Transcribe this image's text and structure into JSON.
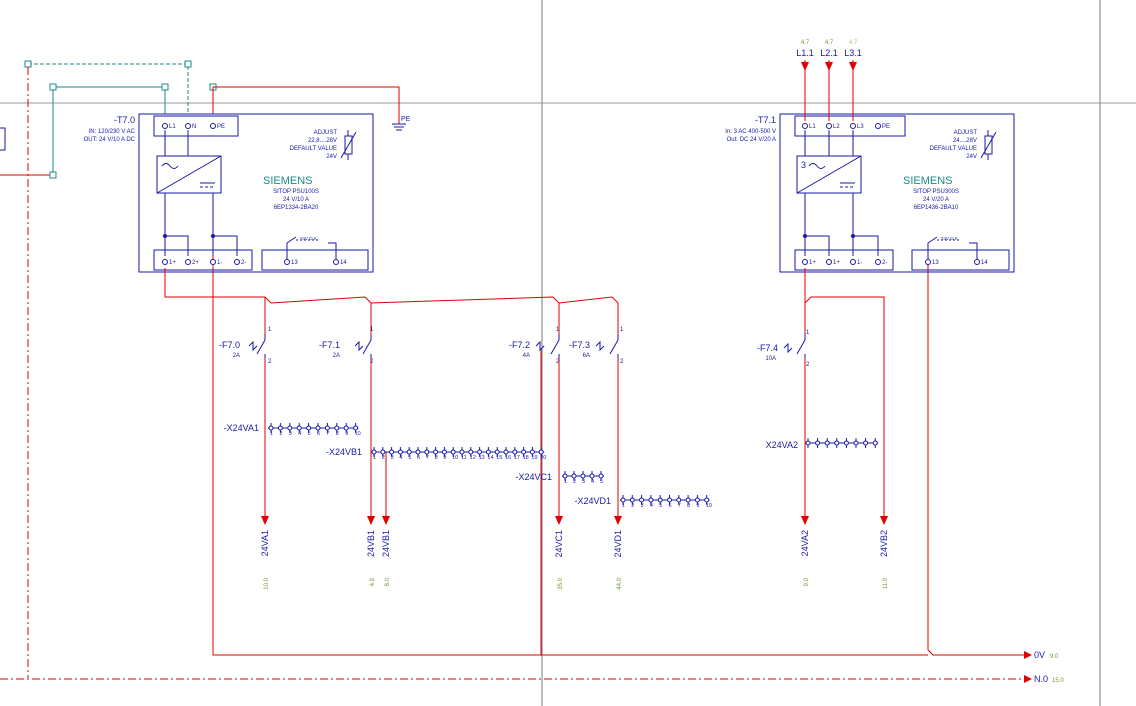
{
  "colors": {
    "wire_red": "#e00000",
    "device_blue": "#1a1aa6",
    "teal_link": "#1a8a8a",
    "ref_green": "#6a9a3a",
    "grid_grey": "#7a7a7a"
  },
  "psu1": {
    "tag": "-T7.0",
    "in_spec": "IN: 120/230 V AC",
    "out_spec": "OUT: 24 V/10 A DC",
    "top_terminals": [
      "L1",
      "N",
      "PE"
    ],
    "adjust_label": "ADJUST",
    "adjust_range": "22,8....28V",
    "default_label": "DEFAULT VALUE",
    "default_value": "24V",
    "brand": "SIEMENS",
    "model": "SITOP PSU100S",
    "rating": "24 V/10 A",
    "part": "6EP1334-2BA20",
    "bottom_terminals": [
      "1+",
      "2+",
      "1-",
      "2-"
    ],
    "relay_label": "24V O.K.",
    "relay_terminals": [
      "13",
      "14"
    ],
    "conv_phase": ""
  },
  "psu2": {
    "tag": "-T7.1",
    "in_spec": "In: 3 AC 400-500 V",
    "out_spec": "Out: DC 24 V/20 A",
    "top_terminals": [
      "L1",
      "L2",
      "L3",
      "PE"
    ],
    "adjust_label": "ADJUST",
    "adjust_range": "24....28V",
    "default_label": "DEFAULT VALUE",
    "default_value": "24V",
    "brand": "SIEMENS",
    "model": "SITOP PSU300S",
    "rating": "24 V/20 A",
    "part": "6EP1436-2BA10",
    "bottom_terminals": [
      "1+",
      "1+",
      "1-",
      "2-"
    ],
    "relay_label": "24V O.K.",
    "relay_terminals": [
      "13",
      "14"
    ],
    "conv_phase": "3"
  },
  "pe_label": "PE",
  "phase_inputs": [
    {
      "ref": "4.7",
      "label": "L1.1"
    },
    {
      "ref": "4.7",
      "label": "L2.1"
    },
    {
      "ref": "4.7",
      "label": "L3.1"
    }
  ],
  "breakers": [
    {
      "tag": "-F7.0",
      "rating": "2A",
      "pin_top": "1",
      "pin_bot": "2"
    },
    {
      "tag": "-F7.1",
      "rating": "2A",
      "pin_top": "1",
      "pin_bot": "2"
    },
    {
      "tag": "-F7.2",
      "rating": "4A",
      "pin_top": "1",
      "pin_bot": "2"
    },
    {
      "tag": "-F7.3",
      "rating": "6A",
      "pin_top": "1",
      "pin_bot": "2"
    },
    {
      "tag": "-F7.4",
      "rating": "10A",
      "pin_top": "1",
      "pin_bot": "2"
    }
  ],
  "terminal_strips": [
    {
      "tag": "-X24VA1",
      "numbers": [
        "1",
        "2",
        "3",
        "4",
        "5",
        "6",
        "7",
        "8",
        "9",
        "10"
      ]
    },
    {
      "tag": "-X24VB1",
      "numbers": [
        "1",
        "2",
        "3",
        "4",
        "5",
        "6",
        "7",
        "8",
        "9",
        "10",
        "11",
        "12",
        "13",
        "14",
        "15",
        "16",
        "17",
        "18",
        "19",
        "20"
      ]
    },
    {
      "tag": "-X24VC1",
      "numbers": [
        "1",
        "2",
        "3",
        "4",
        "5"
      ]
    },
    {
      "tag": "-X24VD1",
      "numbers": [
        "1",
        "2",
        "3",
        "4",
        "5",
        "6",
        "7",
        "8",
        "9",
        "10"
      ]
    },
    {
      "tag": "X24VA2",
      "numbers": []
    }
  ],
  "outputs": [
    {
      "label": "24VA1",
      "ref": "10.0"
    },
    {
      "label": "24VB1",
      "ref": "4.9"
    },
    {
      "label": "24VB1",
      "ref": "8.0"
    },
    {
      "label": "24VC1",
      "ref": "35.0"
    },
    {
      "label": "24VD1",
      "ref": "44.0"
    },
    {
      "label": "24VA2",
      "ref": "9.0"
    },
    {
      "label": "24VB2",
      "ref": "11.0"
    }
  ],
  "rails": [
    {
      "label": "0V",
      "ref": "9.0"
    },
    {
      "label": "N.0",
      "ref": "15.0"
    }
  ]
}
